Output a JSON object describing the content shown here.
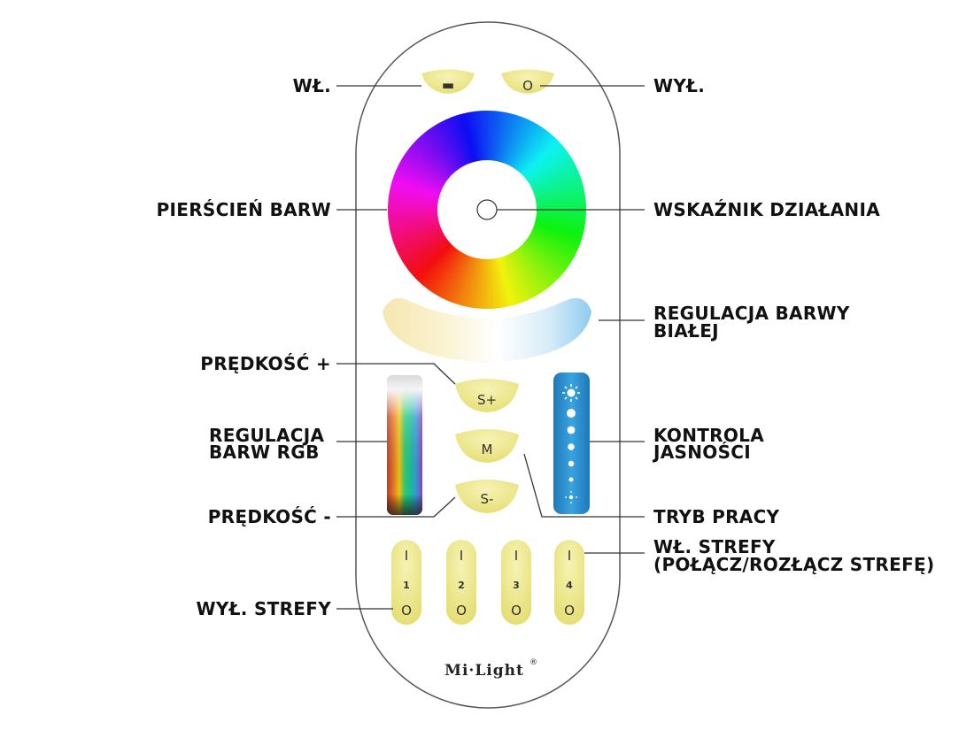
{
  "labels": {
    "on": "WŁ.",
    "off": "WYŁ.",
    "color_ring": "PIERŚCIEŃ BARW",
    "indicator": "WSKAŹNIK DZIAŁANIA",
    "white_line1": "REGULACJA BARWY",
    "white_line2": "BIAŁEJ",
    "speed_plus": "PRĘDKOŚĆ +",
    "rgb_line1": "REGULACJA",
    "rgb_line2": "BARW RGB",
    "brightness_line1": "KONTROLA",
    "brightness_line2": "JASNOŚCI",
    "speed_minus": "PRĘDKOŚĆ -",
    "mode": "TRYB PRACY",
    "zone_on_line1": "WŁ. STREFY",
    "zone_on_line2": "(POŁĄCZ/ROZŁĄCZ STREFĘ)",
    "zone_off": "WYŁ. STREFY"
  },
  "buttons": {
    "on_glyph": "▬",
    "off_glyph": "O",
    "speed_plus": "S+",
    "mode": "M",
    "speed_minus": "S-"
  },
  "zones": [
    {
      "on_glyph": "I",
      "number": "1",
      "off_glyph": "O"
    },
    {
      "on_glyph": "I",
      "number": "2",
      "off_glyph": "O"
    },
    {
      "on_glyph": "I",
      "number": "3",
      "off_glyph": "O"
    },
    {
      "on_glyph": "I",
      "number": "4",
      "off_glyph": "O"
    }
  ],
  "brand": {
    "logo": "Mi·Light",
    "registered": "®"
  },
  "colors": {
    "button_yellow": "#ede88a",
    "brightness_blue": "#2a8fd0",
    "remote_outline": "#555555"
  }
}
